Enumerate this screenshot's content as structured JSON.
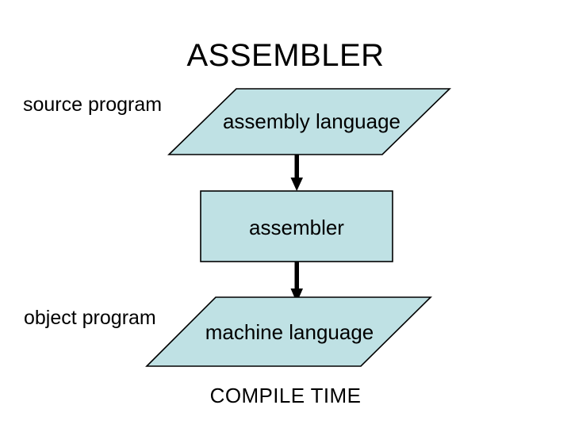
{
  "slide": {
    "title": "ASSEMBLER",
    "background_color": "#ffffff",
    "footer": "COMPILE TIME"
  },
  "labels": {
    "source_program": "source program",
    "object_program": "object program"
  },
  "nodes": [
    {
      "id": "assembly-language",
      "shape": "parallelogram",
      "text": "assembly language",
      "fill": "#bfe1e4",
      "stroke": "#000000"
    },
    {
      "id": "assembler",
      "shape": "rectangle",
      "text": "assembler",
      "fill": "#bfe1e4",
      "stroke": "#000000"
    },
    {
      "id": "machine-language",
      "shape": "parallelogram",
      "text": "machine language",
      "fill": "#bfe1e4",
      "stroke": "#000000"
    }
  ],
  "connectors": [
    {
      "id": "arrow-assembly-to-assembler",
      "from": "assembly-language",
      "to": "assembler",
      "direction": "down",
      "color": "#000000"
    },
    {
      "id": "arrow-assembler-to-machine",
      "from": "assembler",
      "to": "machine-language",
      "direction": "down",
      "color": "#000000"
    }
  ],
  "colors": {
    "shape_fill": "#bfe1e4",
    "shape_stroke": "#000000",
    "text": "#000000",
    "background": "#ffffff"
  }
}
